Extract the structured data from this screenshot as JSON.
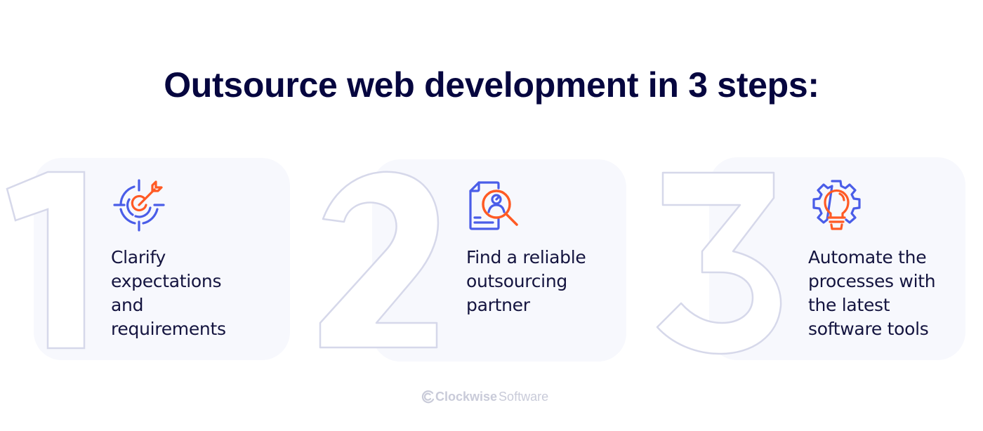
{
  "title": "Outsource web development in 3 steps:",
  "colors": {
    "title": "#06063f",
    "card_bg": "#f7f8fd",
    "icon_blue": "#4a5de8",
    "icon_orange": "#ff5a24",
    "outline": "#d6d8ea"
  },
  "steps": [
    {
      "number": "1",
      "icon": "target-icon",
      "lines": [
        "Clarify",
        "expectations",
        "and",
        "requirements"
      ]
    },
    {
      "number": "2",
      "icon": "document-search-icon",
      "lines": [
        "Find a reliable",
        "outsourcing",
        "partner"
      ]
    },
    {
      "number": "3",
      "icon": "gear-lightbulb-icon",
      "lines": [
        "Automate the",
        "processes with",
        "the latest",
        "software tools"
      ]
    }
  ],
  "footer": {
    "brand_bold": "Clockwise",
    "brand_light": "Software",
    "logo_icon": "clockwise-logo-icon"
  }
}
